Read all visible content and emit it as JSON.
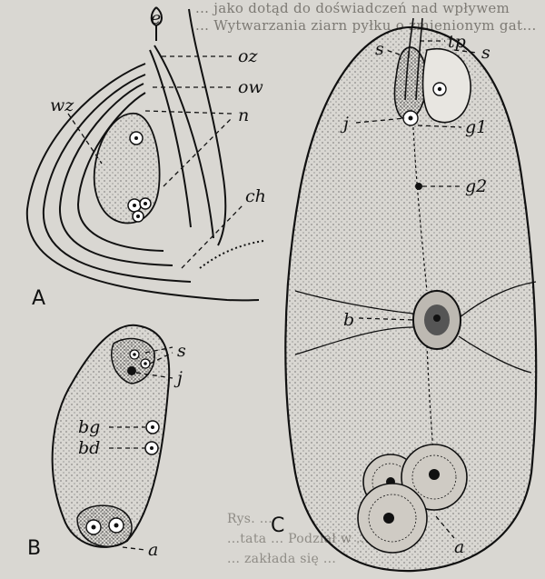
{
  "page": {
    "header_lines": [
      "... jako dotąd do doświadczeń nad wpływem",
      "... Wytwarzania ziarn pyłku o zmienionym gat..."
    ],
    "footer_lines": [
      "Rys. ...",
      "...tata ... Podział w ... w ...",
      "... zakłada się ..."
    ]
  },
  "panels": {
    "A": {
      "letter": "A",
      "labels": {
        "top": "e",
        "oz": "oz",
        "ow": "ow",
        "n": "n",
        "wz": "wz",
        "ch": "ch"
      }
    },
    "B": {
      "letter": "B",
      "labels": {
        "s": "s",
        "j": "j",
        "bg": "bg",
        "bd": "bd",
        "a": "a"
      }
    },
    "C": {
      "letter": "C",
      "labels": {
        "s": "s",
        "tp": "tp",
        "ps": "s",
        "j": "j",
        "g1": "g1",
        "g2": "g2",
        "b": "b",
        "a": "a"
      }
    }
  },
  "colors": {
    "ink": "#111111",
    "paper": "#d9d7d2",
    "stipple": "#3a3a3a"
  }
}
